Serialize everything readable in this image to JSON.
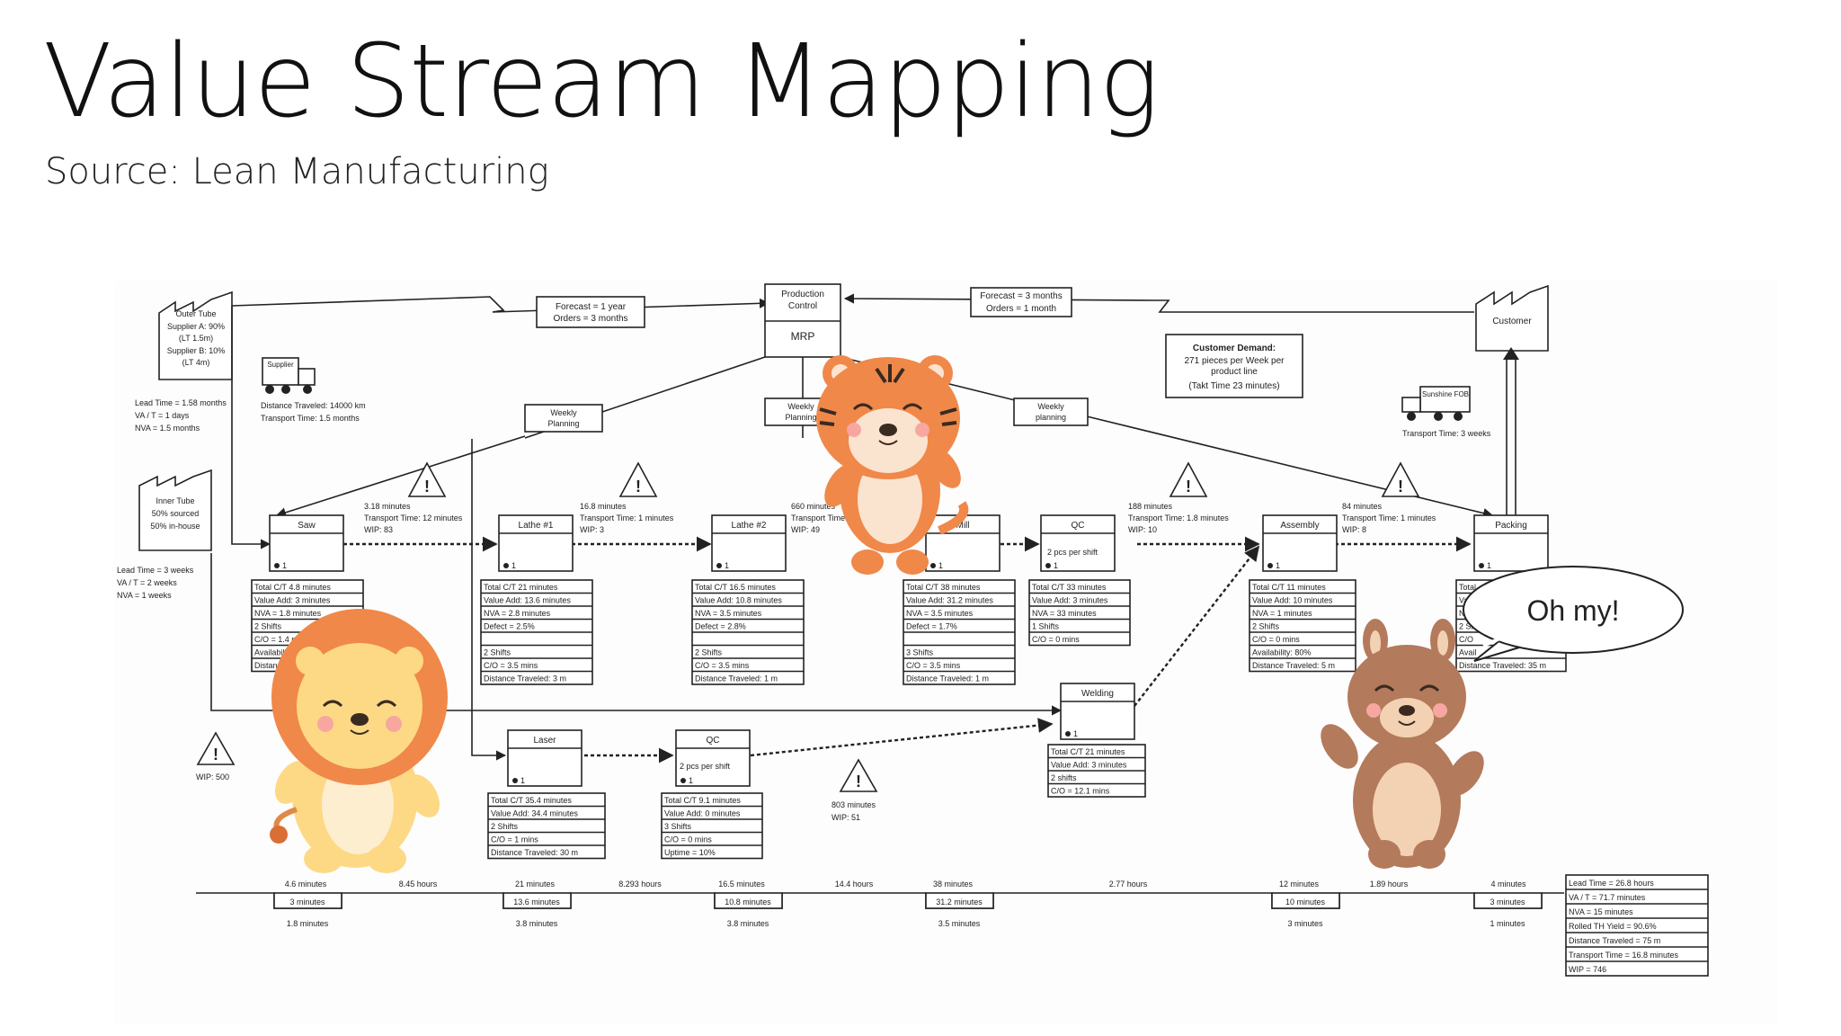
{
  "slide": {
    "title": "Value Stream Mapping",
    "subtitle": "Source: Lean Manufacturing",
    "speech": "Oh my!"
  },
  "vsm": {
    "supplier_outside": [
      "Outer Tube",
      "Supplier A: 90%",
      "(LT 1.5m)",
      "Supplier B: 10%",
      "(LT 4m)"
    ],
    "supplier_outside_stats": [
      "Lead Time = 1.58 months",
      "VA / T = 1 days",
      "NVA = 1.5 months"
    ],
    "supplier_inner": [
      "Inner Tube",
      "50% sourced",
      "50% in-house"
    ],
    "supplier_inner_stats": [
      "Lead Time = 3 weeks",
      "VA / T = 2 weeks",
      "NVA = 1 weeks"
    ],
    "truck_in_label": "Supplier",
    "truck_in_text": [
      "Distance Traveled: 14000 km",
      "Transport Time: 1.5 months"
    ],
    "truck_out_label": "Sunshine FOB",
    "truck_out_text": "Transport Time: 3 weeks",
    "forecast_left": [
      "Forecast = 1 year",
      "Orders = 3 months"
    ],
    "forecast_right": [
      "Forecast = 3 months",
      "Orders = 1 month"
    ],
    "production_control": [
      "Production",
      "Control"
    ],
    "mrp": "MRP",
    "customer": "Customer",
    "customer_demand": [
      "Customer Demand:",
      "271 pieces per Week per",
      "product line",
      "(Takt Time 23 minutes)"
    ],
    "planning": [
      [
        "Weekly",
        "Planning"
      ],
      [
        "Weekly",
        "Planning"
      ],
      [
        "Weekly",
        "planning"
      ]
    ],
    "processes": [
      {
        "name": "Saw",
        "op": "1",
        "data": [
          "Total C/T 4.8 minutes",
          "Value Add: 3 minutes",
          "NVA = 1.8 minutes",
          "2 Shifts",
          "C/O = 1.4 min",
          "Availability",
          "Distance"
        ]
      },
      {
        "name": "Lathe #1",
        "op": "1",
        "data": [
          "Total C/T 21 minutes",
          "Value Add: 13.6 minutes",
          "NVA = 2.8 minutes",
          "Defect = 2.5%",
          "",
          "2 Shifts",
          "C/O = 3.5 mins",
          "Distance Traveled: 3 m"
        ]
      },
      {
        "name": "Lathe #2",
        "op": "1",
        "data": [
          "Total C/T 16.5 minutes",
          "Value Add: 10.8 minutes",
          "NVA = 3.5 minutes",
          "Defect = 2.8%",
          "",
          "2 Shifts",
          "C/O = 3.5 mins",
          "Distance Traveled: 1 m"
        ]
      },
      {
        "name": "Mill",
        "op": "1",
        "data": [
          "Total C/T 38 minutes",
          "Value Add: 31.2 minutes",
          "NVA = 3.5 minutes",
          "Defect = 1.7%",
          "",
          "3 Shifts",
          "C/O = 3.5 mins",
          "Distance Traveled: 1 m"
        ]
      },
      {
        "name": "QC",
        "op": "1",
        "data": [
          "Total C/T 33 minutes",
          "Value Add: 3 minutes",
          "NVA = 33 minutes",
          "1 Shifts",
          "C/O = 0 mins"
        ]
      },
      {
        "name": "Assembly",
        "op": "1",
        "data": [
          "Total C/T 11 minutes",
          "Value Add: 10 minutes",
          "NVA = 1 minutes",
          "2 Shifts",
          "C/O = 0 mins",
          "Availability: 80%",
          "Distance Traveled: 5 m"
        ]
      },
      {
        "name": "Packing",
        "op": "1",
        "data": [
          "Total",
          "Value",
          "NVA",
          "2 Shifts",
          "C/O",
          "Avail",
          "Distance Traveled: 35 m"
        ]
      },
      {
        "name": "Laser",
        "op": "1",
        "data": [
          "Total C/T 35.4 minutes",
          "Value Add: 34.4 minutes",
          "2 Shifts",
          "C/O = 1 mins",
          "Distance Traveled: 30 m"
        ]
      },
      {
        "name": "QC",
        "op": "1",
        "data": [
          "Total C/T 9.1 minutes",
          "Value Add: 0 minutes",
          "3 Shifts",
          "C/O = 0 mins",
          "Uptime = 10%"
        ]
      },
      {
        "name": "Welding",
        "op": "1",
        "data": [
          "Total C/T 21 minutes",
          "Value Add: 3 minutes",
          "2 shifts",
          "C/O = 12.1 mins"
        ]
      }
    ],
    "qc_note": "2 pcs per shift",
    "qc_note_lower": "2 pcs per shift",
    "inventories": [
      [
        "3.18 minutes",
        "Transport Time: 12 minutes",
        "WIP: 83"
      ],
      [
        "16.8 minutes",
        "Transport Time: 1 minutes",
        "WIP: 3"
      ],
      [
        "660 minutes",
        "Transport Time",
        "WIP: 49"
      ],
      [
        "188 minutes",
        "Transport Time: 1.8 minutes",
        "WIP: 10"
      ],
      [
        "84 minutes",
        "Transport Time: 1 minutes",
        "WIP: 8"
      ]
    ],
    "wip_left": "WIP: 500",
    "wip_lower": [
      "803 minutes",
      "WIP: 51"
    ],
    "timeline": {
      "waits": [
        "4.6 minutes",
        "8.45 hours",
        "21 minutes",
        "8.293 hours",
        "16.5 minutes",
        "14.4 hours",
        "38 minutes",
        "2.77 hours",
        "12 minutes",
        "1.89 hours",
        "4 minutes"
      ],
      "va": [
        "3 minutes",
        "13.6 minutes",
        "10.8 minutes",
        "31.2 minutes",
        "10 minutes",
        "3 minutes"
      ],
      "below": [
        "1.8 minutes",
        "3.8 minutes",
        "3.8 minutes",
        "3.5 minutes",
        "3 minutes",
        "1 minutes"
      ]
    },
    "summary": [
      "Lead Time = 26.8 hours",
      "VA / T = 71.7 minutes",
      "NVA = 15 minutes",
      "Rolled TH Yield = 90.6%",
      "Distance Traveled = 75 m",
      "Transport Time = 16.8 minutes",
      "WIP = 746"
    ]
  }
}
